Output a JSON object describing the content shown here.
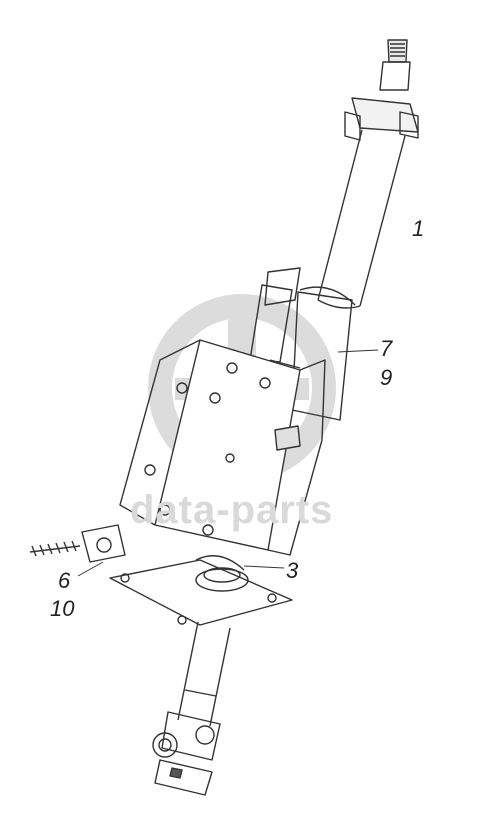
{
  "callouts": {
    "c1": "1",
    "c7": "7",
    "c9": "9",
    "c3": "3",
    "c6": "6",
    "c10": "10"
  },
  "watermark": {
    "text": "data-parts"
  }
}
